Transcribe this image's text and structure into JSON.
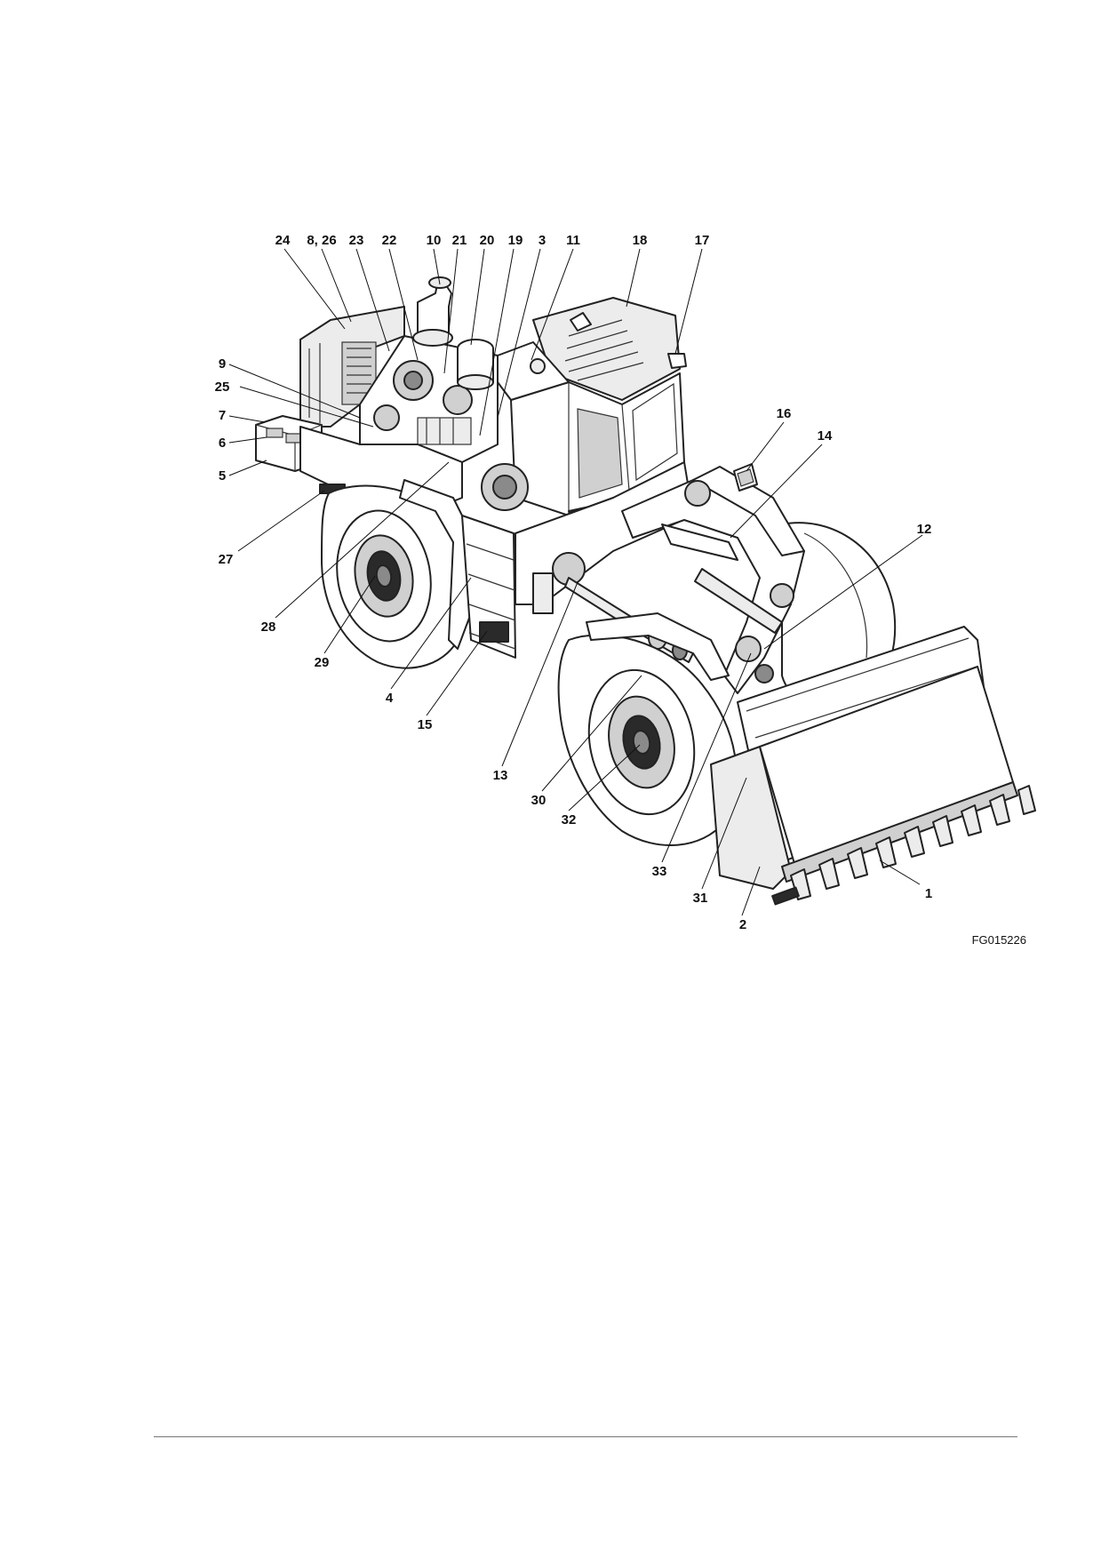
{
  "figure": {
    "id": "FG015226",
    "callouts": [
      "1",
      "2",
      "3",
      "4",
      "5",
      "6",
      "7",
      "8, 26",
      "9",
      "10",
      "11",
      "12",
      "13",
      "14",
      "15",
      "16",
      "17",
      "18",
      "19",
      "20",
      "21",
      "22",
      "23",
      "24",
      "25",
      "27",
      "28",
      "29",
      "30",
      "31",
      "32",
      "33"
    ]
  },
  "colors": {
    "ink": "#222222",
    "paper": "#ffffff",
    "rule": "#777777"
  }
}
